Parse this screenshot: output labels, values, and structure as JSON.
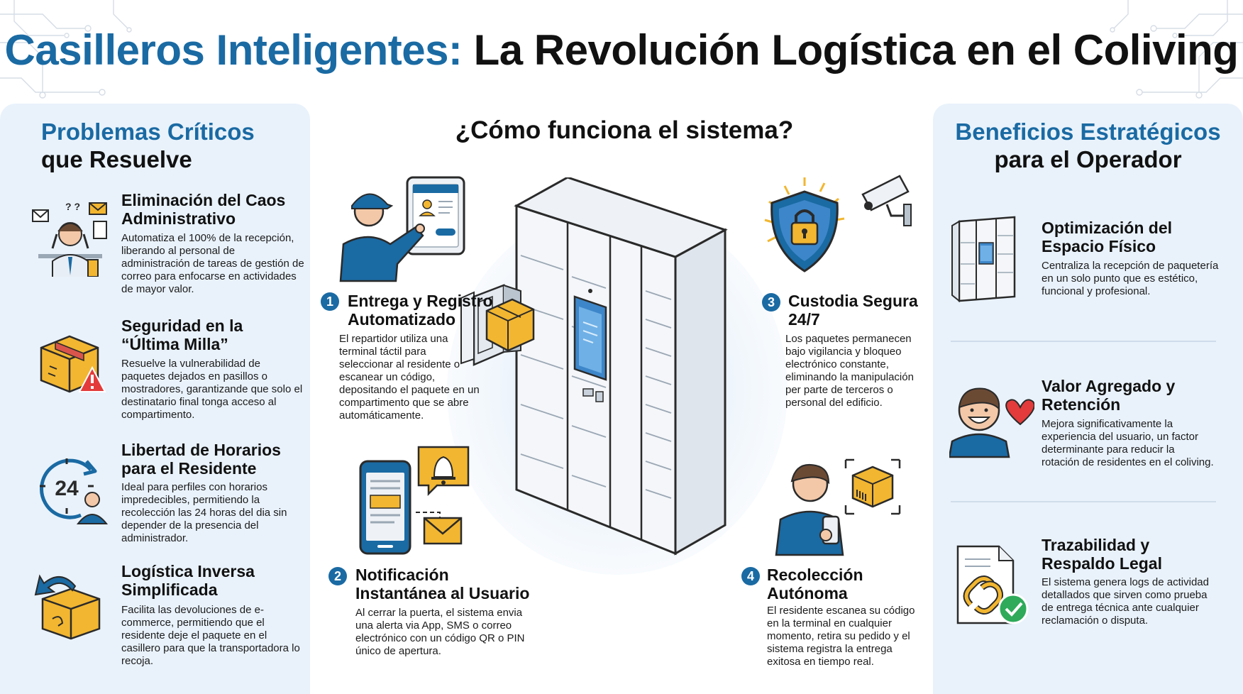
{
  "header": {
    "title_highlight": "Casilleros Inteligentes:",
    "title_rest": "La Revolución Logística en el Coliving"
  },
  "left_panel": {
    "title_line1": "Problemas Críticos",
    "title_line2": "que Resuelve",
    "items": [
      {
        "title": "Eliminación del Caos Administrativo",
        "desc": "Automatiza el 100% de la recepción, liberando al personal de administración de tareas de gestión de correo para enfocarse en actividades de mayor valor."
      },
      {
        "title": "Seguridad en la “Última Milla”",
        "desc": "Resuelve la vulnerabilidad de paquetes dejados en pasillos o mostradores, garantizande que solo el destinatario final tonga acceso al compartimento."
      },
      {
        "title": "Libertad de Horarios para el Residente",
        "desc": "Ideal para perfiles con horarios impredecibles, permitiendo la recolección las 24 horas del dia sin depender de la presencia del administrador."
      },
      {
        "title": "Logística Inversa Simplificada",
        "desc": "Facilita las devoluciones de e-commerce, permitiendo que el residente deje el paquete en el casillero para que la transportadora lo recoja."
      }
    ],
    "clock_label": "24"
  },
  "center": {
    "title": "¿Cómo funciona el sistema?",
    "steps": [
      {
        "num": "1",
        "title": "Entrega y Registro Automatizado",
        "desc": "El repartidor utiliza una terminal táctil para seleccionar al residente o escanear un código, depositando el paquete en un compartimento que se abre automáticamente."
      },
      {
        "num": "2",
        "title": "Notificación Instantánea al Usuario",
        "desc": "Al cerrar la puerta, el sistema envia una alerta via App, SMS o correo electrónico con un código QR o PIN único de apertura."
      },
      {
        "num": "3",
        "title": "Custodia Segura 24/7",
        "desc": "Los paquetes permanecen bajo vigilancia y bloqueo electrónico constante, eliminando la manipulación per parte de terceros o personal del edificio."
      },
      {
        "num": "4",
        "title": "Recolección Autónoma",
        "desc": "El residente escanea su código en la terminal en cualquier momento, retira su pedido y el sistema registra la entrega exitosa en tiempo real."
      }
    ]
  },
  "right_panel": {
    "title_line1": "Beneficios Estratégicos",
    "title_line2": "para el Operador",
    "items": [
      {
        "title": "Optimización del Espacio Físico",
        "desc": "Centraliza la recepción de paquetería en un solo punto que es estético, funcional y profesional."
      },
      {
        "title": "Valor Agregado y Retención",
        "desc": "Mejora significativamente la experiencia del usuario, un factor determinante para reducir la rotación de residentes en el coliving."
      },
      {
        "title": "Trazabilidad y Respaldo Legal",
        "desc": "El sistema genera logs de actividad detallados que sirven como prueba de entrega técnica ante cualquier reclamación o disputa."
      }
    ]
  },
  "colors": {
    "brand_blue": "#1a6aa3",
    "panel_bg": "#e9f2fb",
    "box_yellow": "#f2b630",
    "alert_red": "#e33b3b",
    "check_green": "#2eaa5a"
  },
  "icons": [
    "stress-person-icon",
    "damaged-box-icon",
    "clock-24-icon",
    "return-box-icon",
    "delivery-person-icon",
    "tablet-icon",
    "phone-notification-icon",
    "bell-icon",
    "envelope-icon",
    "smart-locker-icon",
    "shield-lock-icon",
    "camera-icon",
    "resident-phone-icon",
    "scan-box-icon",
    "locker-mini-icon",
    "happy-person-icon",
    "heart-icon",
    "document-chain-icon",
    "check-icon"
  ]
}
